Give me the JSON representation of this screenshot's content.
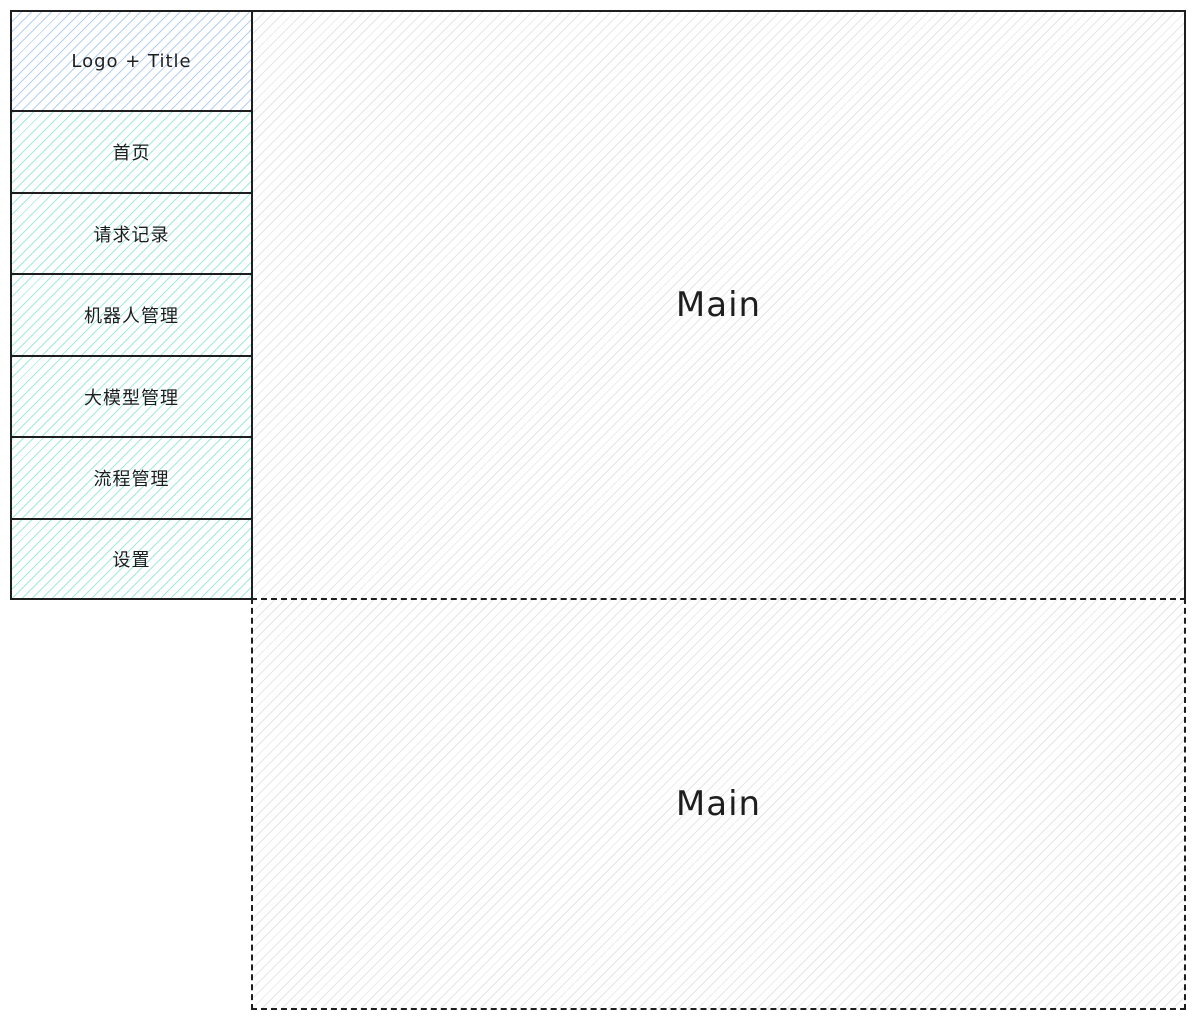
{
  "header": {
    "logo_title": "Logo + Title"
  },
  "sidebar": {
    "items": [
      {
        "label": "首页"
      },
      {
        "label": "请求记录"
      },
      {
        "label": "机器人管理"
      },
      {
        "label": "大模型管理"
      },
      {
        "label": "流程管理"
      },
      {
        "label": "设置"
      }
    ]
  },
  "main": {
    "top_label": "Main",
    "bottom_label": "Main"
  },
  "colors": {
    "stroke": "#1e1e1e",
    "logo_hatch": "#78aae6",
    "menu_hatch": "#5ad7be",
    "main_hatch": "#c8c8c8"
  }
}
